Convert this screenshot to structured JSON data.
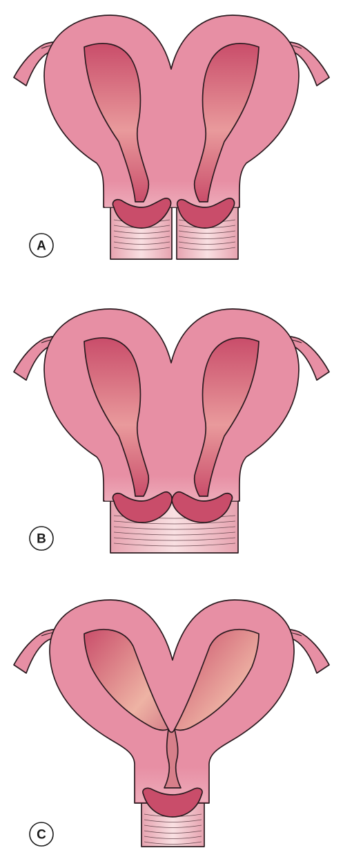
{
  "panels": [
    {
      "id": "a",
      "label": "A"
    },
    {
      "id": "b",
      "label": "B"
    },
    {
      "id": "c",
      "label": "C"
    }
  ],
  "colors": {
    "uterus_wall": "#e78fa4",
    "cavity_dark": "#c94d6a",
    "cavity_light": "#eeb3a4",
    "vagina_light": "#f6d3d6",
    "vagina_dark": "#e7a3b0",
    "tube": "#e78fa4",
    "outline": "#2a1a1f"
  }
}
